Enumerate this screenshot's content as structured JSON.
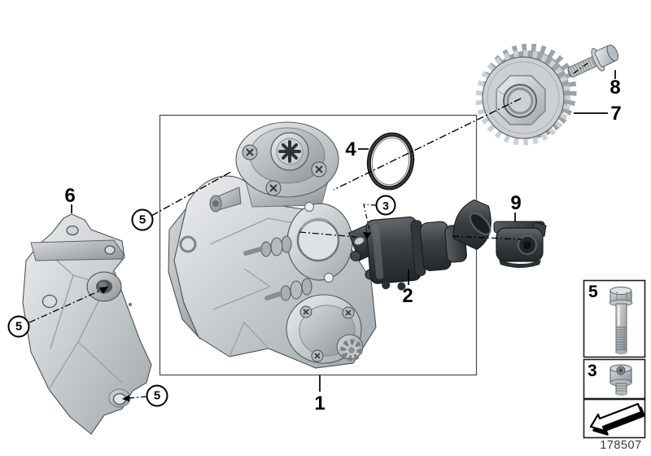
{
  "diagram": {
    "callouts": {
      "pump": "1",
      "control_valve": "2",
      "valve_screw": "3",
      "o_ring": "4",
      "mount_bolt": "5",
      "bracket": "6",
      "sprocket": "7",
      "sprocket_bolt": "8",
      "connector_cap": "9"
    },
    "legend": {
      "hex_bolt_label": "5",
      "socket_screw_label": "3"
    },
    "footer": {
      "drawing_number": "178507"
    },
    "colors": {
      "background": "#ffffff",
      "line": "#000000",
      "part_light": "#ccd0d3",
      "part_mid": "#9aa0a4",
      "part_dark": "#33373a",
      "frame": "#4a4a4a"
    }
  }
}
